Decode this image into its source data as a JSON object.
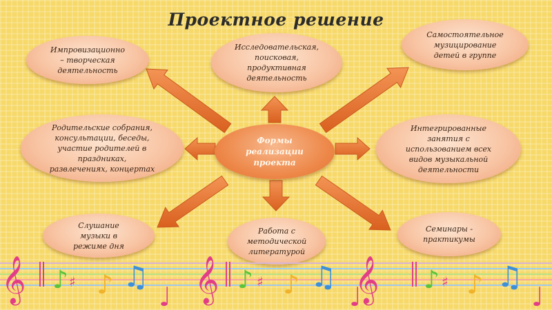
{
  "title": "Проектное решение",
  "center": "Формы\nреализации\nпроекта",
  "nodes": {
    "improvisation": "Импровизационно\n– творческая\nдеятельность",
    "research": "Исследовательская,\nпоисковая,\nпродуктивная\nдеятельность",
    "independent": "Самостоятельное\nмузицирование\nдетей в группе",
    "parents": "Родительские собрания,\nконсультации, беседы,\nучастие родителей в\nпраздниках,\nразвлечениях, концертах",
    "integrated": "Интегрированные\nзанятия с\nиспользованием всех\nвидов музыкальной\nдеятельности",
    "listening": "Слушание\nмузыки в\nрежиме дня",
    "literature": "Работа с\nметодической\nлитературой",
    "seminars": "Семинары -\nпрактикумы"
  },
  "colors": {
    "background": "#f7d96a",
    "oval": "#f8c5a4",
    "center_oval": "#ee8a4c",
    "arrow": "#e8732e"
  }
}
